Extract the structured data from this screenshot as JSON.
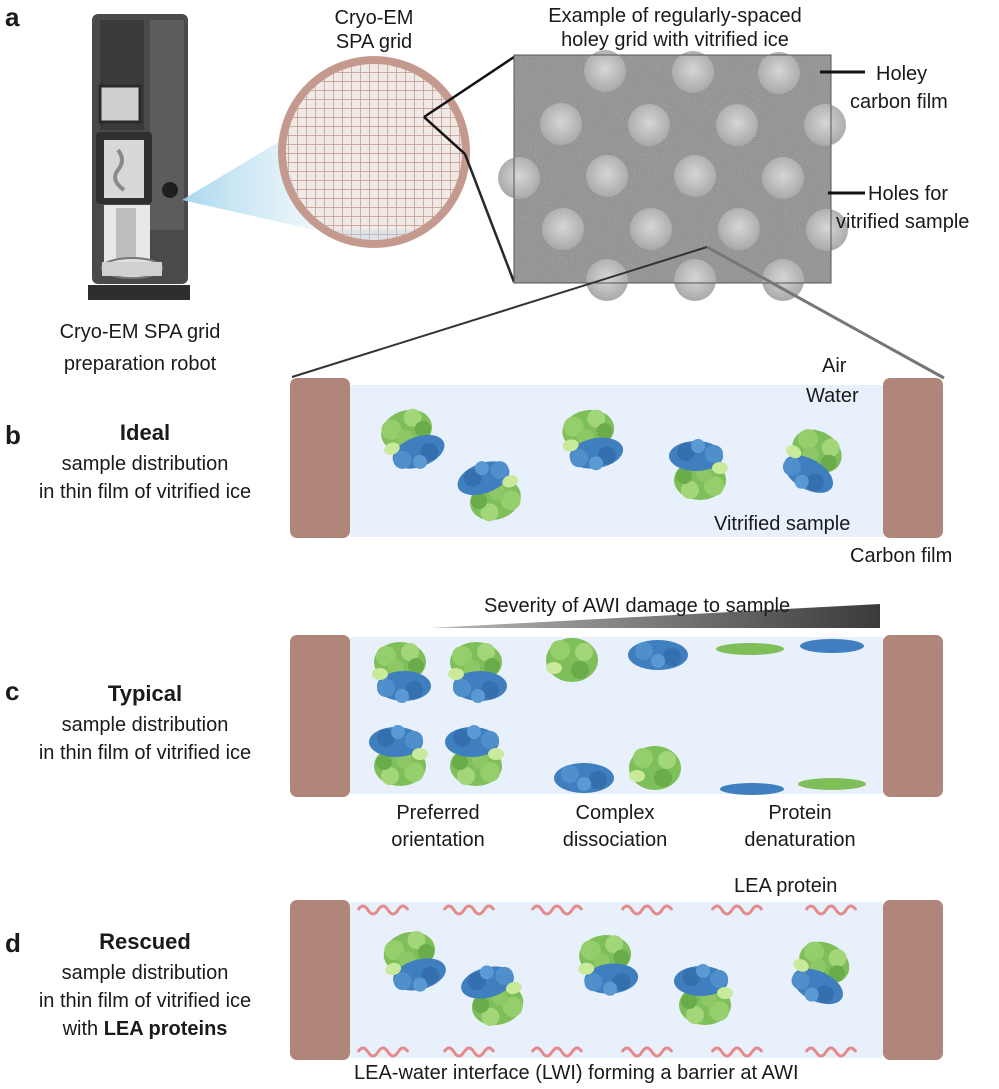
{
  "panels": {
    "a": "a",
    "b": "b",
    "c": "c",
    "d": "d"
  },
  "panel_a": {
    "robot_label_line1": "Cryo-EM SPA grid",
    "robot_label_line2": "preparation robot",
    "grid_label_line1": "Cryo-EM",
    "grid_label_line2": "SPA grid",
    "example_line1": "Example of regularly-spaced",
    "example_line2": "holey grid with vitrified ice",
    "holey_line1": "Holey",
    "holey_line2": "carbon film",
    "holes_line1": "Holes for",
    "holes_line2": "vitrified sample"
  },
  "panel_b": {
    "title": "Ideal",
    "line1": "sample distribution",
    "line2": "in thin film of vitrified ice",
    "air": "Air",
    "water": "Water",
    "vitrified_sample": "Vitrified sample",
    "carbon_film": "Carbon film"
  },
  "panel_c": {
    "title": "Typical",
    "line1": "sample distribution",
    "line2": "in thin film of vitrified ice",
    "severity": "Severity of AWI damage to sample",
    "preferred_line1": "Preferred",
    "preferred_line2": "orientation",
    "complex_line1": "Complex",
    "complex_line2": "dissociation",
    "protein_line1": "Protein",
    "protein_line2": "denaturation"
  },
  "panel_d": {
    "title": "Rescued",
    "line1": "sample distribution",
    "line2": "in thin film of vitrified ice",
    "line3_prefix": "with ",
    "line3_bold": "LEA proteins",
    "lea_protein": "LEA protein",
    "lwi": "LEA-water interface (LWI) forming a barrier at AWI"
  },
  "colors": {
    "carbon": "#b0867a",
    "ice": "#e8f0fb",
    "protein_green": "#7fbf5a",
    "protein_blue": "#3f7fbf",
    "lea_helix": "#e58a8a",
    "grid_ring": "#c49a8f"
  }
}
